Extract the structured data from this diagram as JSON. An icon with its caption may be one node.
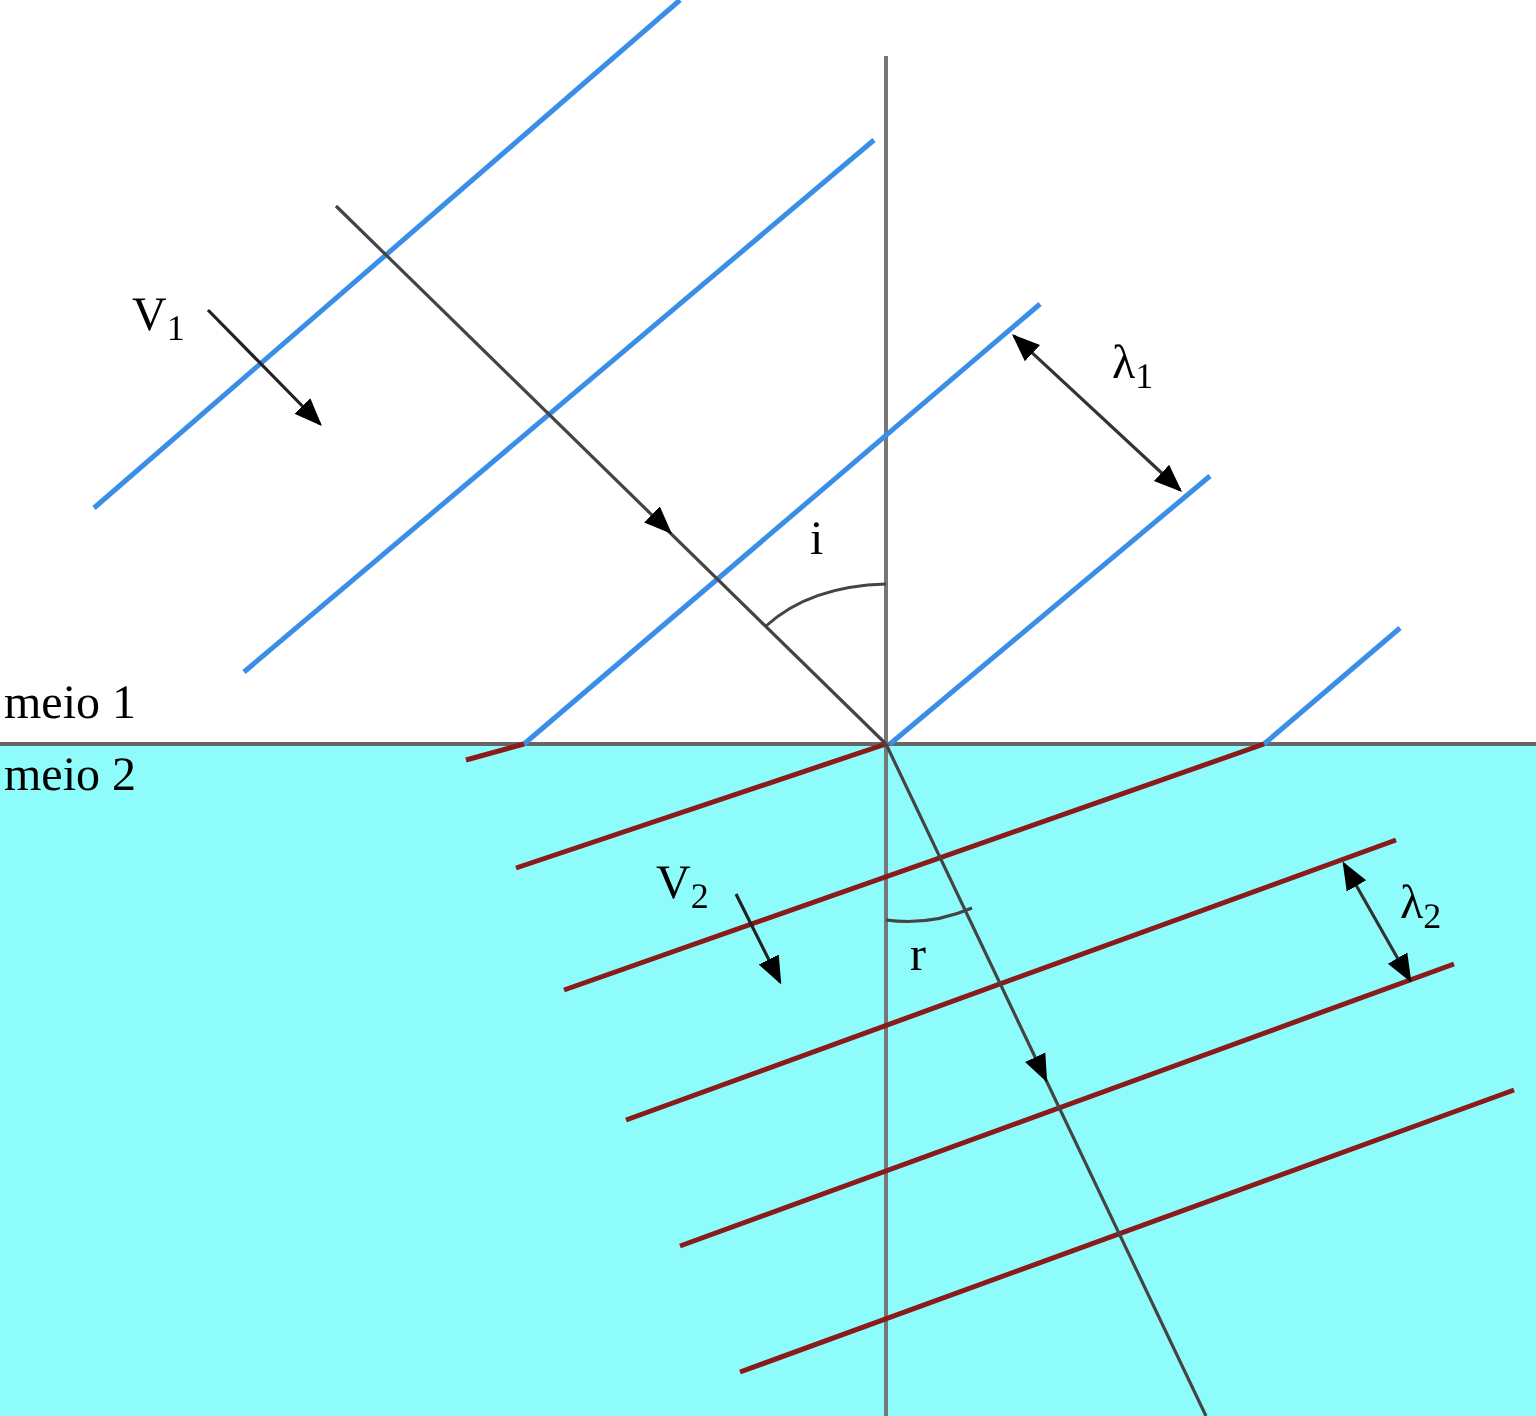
{
  "diagram": {
    "labels": [
      "V$_{1}$",
      "λ$_{1}$",
      "i",
      "meio 1",
      "meio 2",
      "V$_{2}$",
      "λ$_{2}$",
      "r"
    ]
  }
}
